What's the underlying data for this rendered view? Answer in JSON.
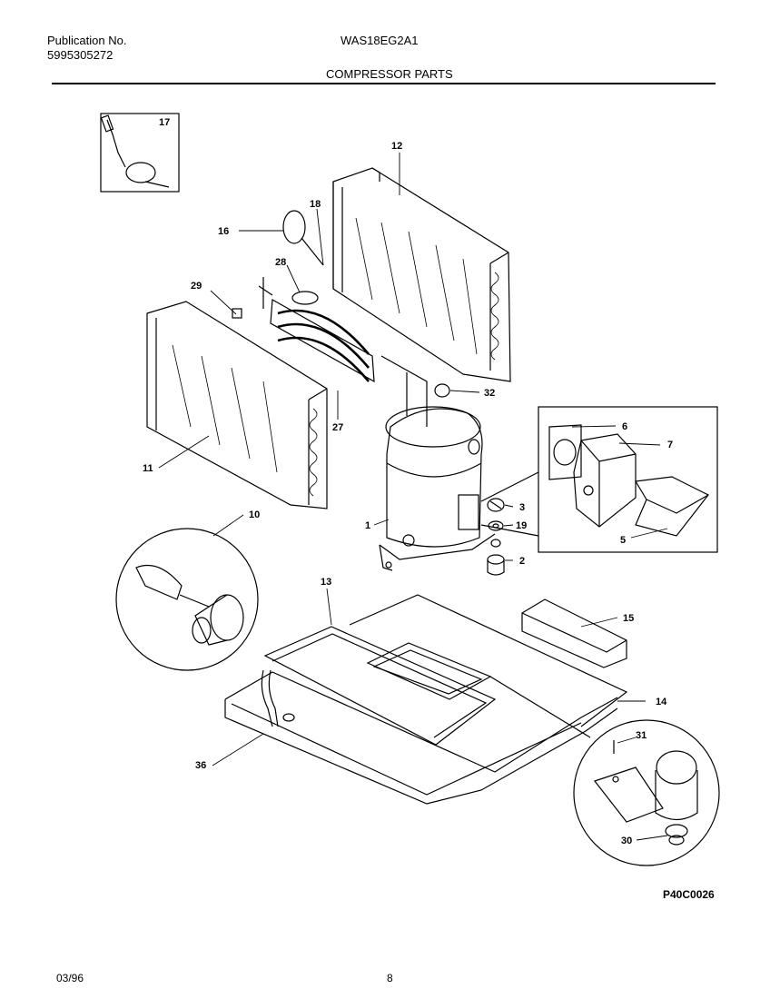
{
  "header": {
    "publication_label": "Publication No.",
    "publication_number": "5995305272",
    "model": "WAS18EG2A1",
    "section_title": "COMPRESSOR PARTS"
  },
  "callouts": {
    "c1": "1",
    "c2": "2",
    "c3": "3",
    "c5": "5",
    "c6": "6",
    "c7": "7",
    "c10": "10",
    "c11": "11",
    "c12": "12",
    "c13": "13",
    "c14": "14",
    "c15": "15",
    "c16": "16",
    "c17": "17",
    "c18": "18",
    "c19": "19",
    "c27": "27",
    "c28": "28",
    "c29": "29",
    "c30": "30",
    "c31": "31",
    "c32": "32",
    "c36": "36"
  },
  "footer": {
    "drawing_code": "P40C0026",
    "date_code": "03/96",
    "page_number": "8"
  }
}
